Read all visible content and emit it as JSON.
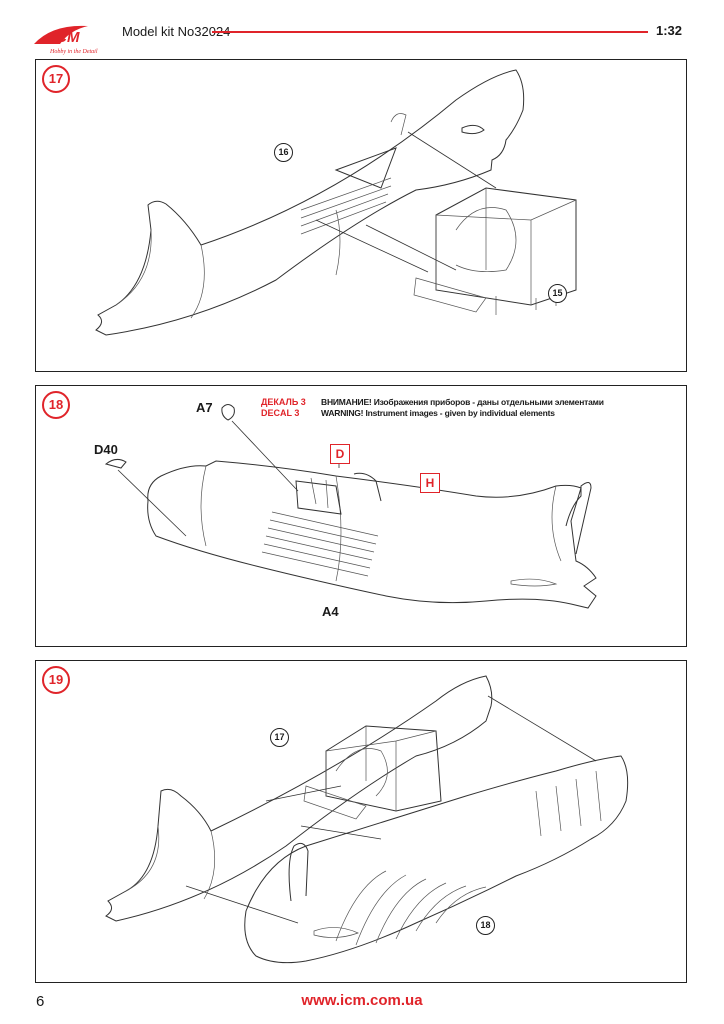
{
  "header": {
    "logo_text": "ICM",
    "logo_slogan": "Hobby in the Detail",
    "kit_title": "Model kit No32024",
    "scale": "1:32"
  },
  "steps": [
    {
      "number": "17",
      "refs": [
        "16",
        "15"
      ]
    },
    {
      "number": "18",
      "parts": [
        "A7",
        "D40",
        "A4"
      ],
      "decal_ru": "ДЕКАЛЬ 3",
      "decal_en": "DECAL 3",
      "warning_ru": "ВНИМАНИЕ! Изображения приборов - даны отдельными элементами",
      "warning_en": "WARNING! Instrument images - given by individual elements",
      "box_labels": [
        "D",
        "H"
      ]
    },
    {
      "number": "19",
      "refs": [
        "17",
        "18"
      ]
    }
  ],
  "footer": {
    "page_number": "6",
    "website": "www.icm.com.ua"
  },
  "colors": {
    "accent": "#e0242a",
    "line": "#333333"
  }
}
